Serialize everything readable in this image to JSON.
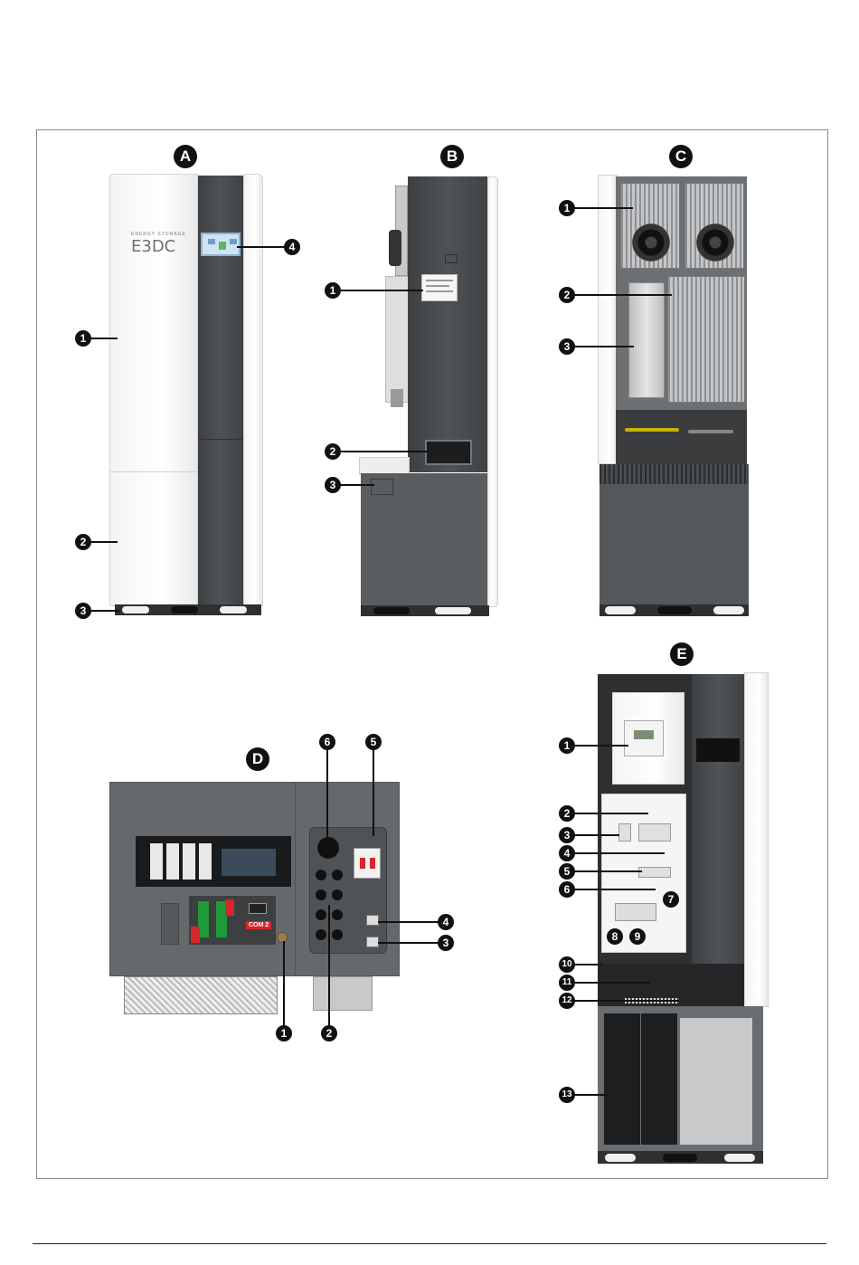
{
  "views": {
    "a": {
      "letter": "A",
      "logo_top": "ENERGY STORAGE",
      "logo_main": "E3DC",
      "callouts": [
        "1",
        "2",
        "3",
        "4"
      ]
    },
    "b": {
      "letter": "B",
      "callouts": [
        "1",
        "2",
        "3"
      ]
    },
    "c": {
      "letter": "C",
      "callouts": [
        "1",
        "2",
        "3"
      ]
    },
    "d": {
      "letter": "D",
      "com_label": "COM 2",
      "callouts": [
        "1",
        "2",
        "3",
        "4",
        "5",
        "6"
      ]
    },
    "e": {
      "letter": "E",
      "callouts": [
        "1",
        "2",
        "3",
        "4",
        "5",
        "6",
        "7",
        "8",
        "9",
        "10",
        "11",
        "12",
        "13"
      ]
    }
  },
  "colors": {
    "housing_dark": "#4a4d50",
    "housing_white": "#f7f7f7",
    "callout": "#111111",
    "frame": "#8a8a8a"
  }
}
